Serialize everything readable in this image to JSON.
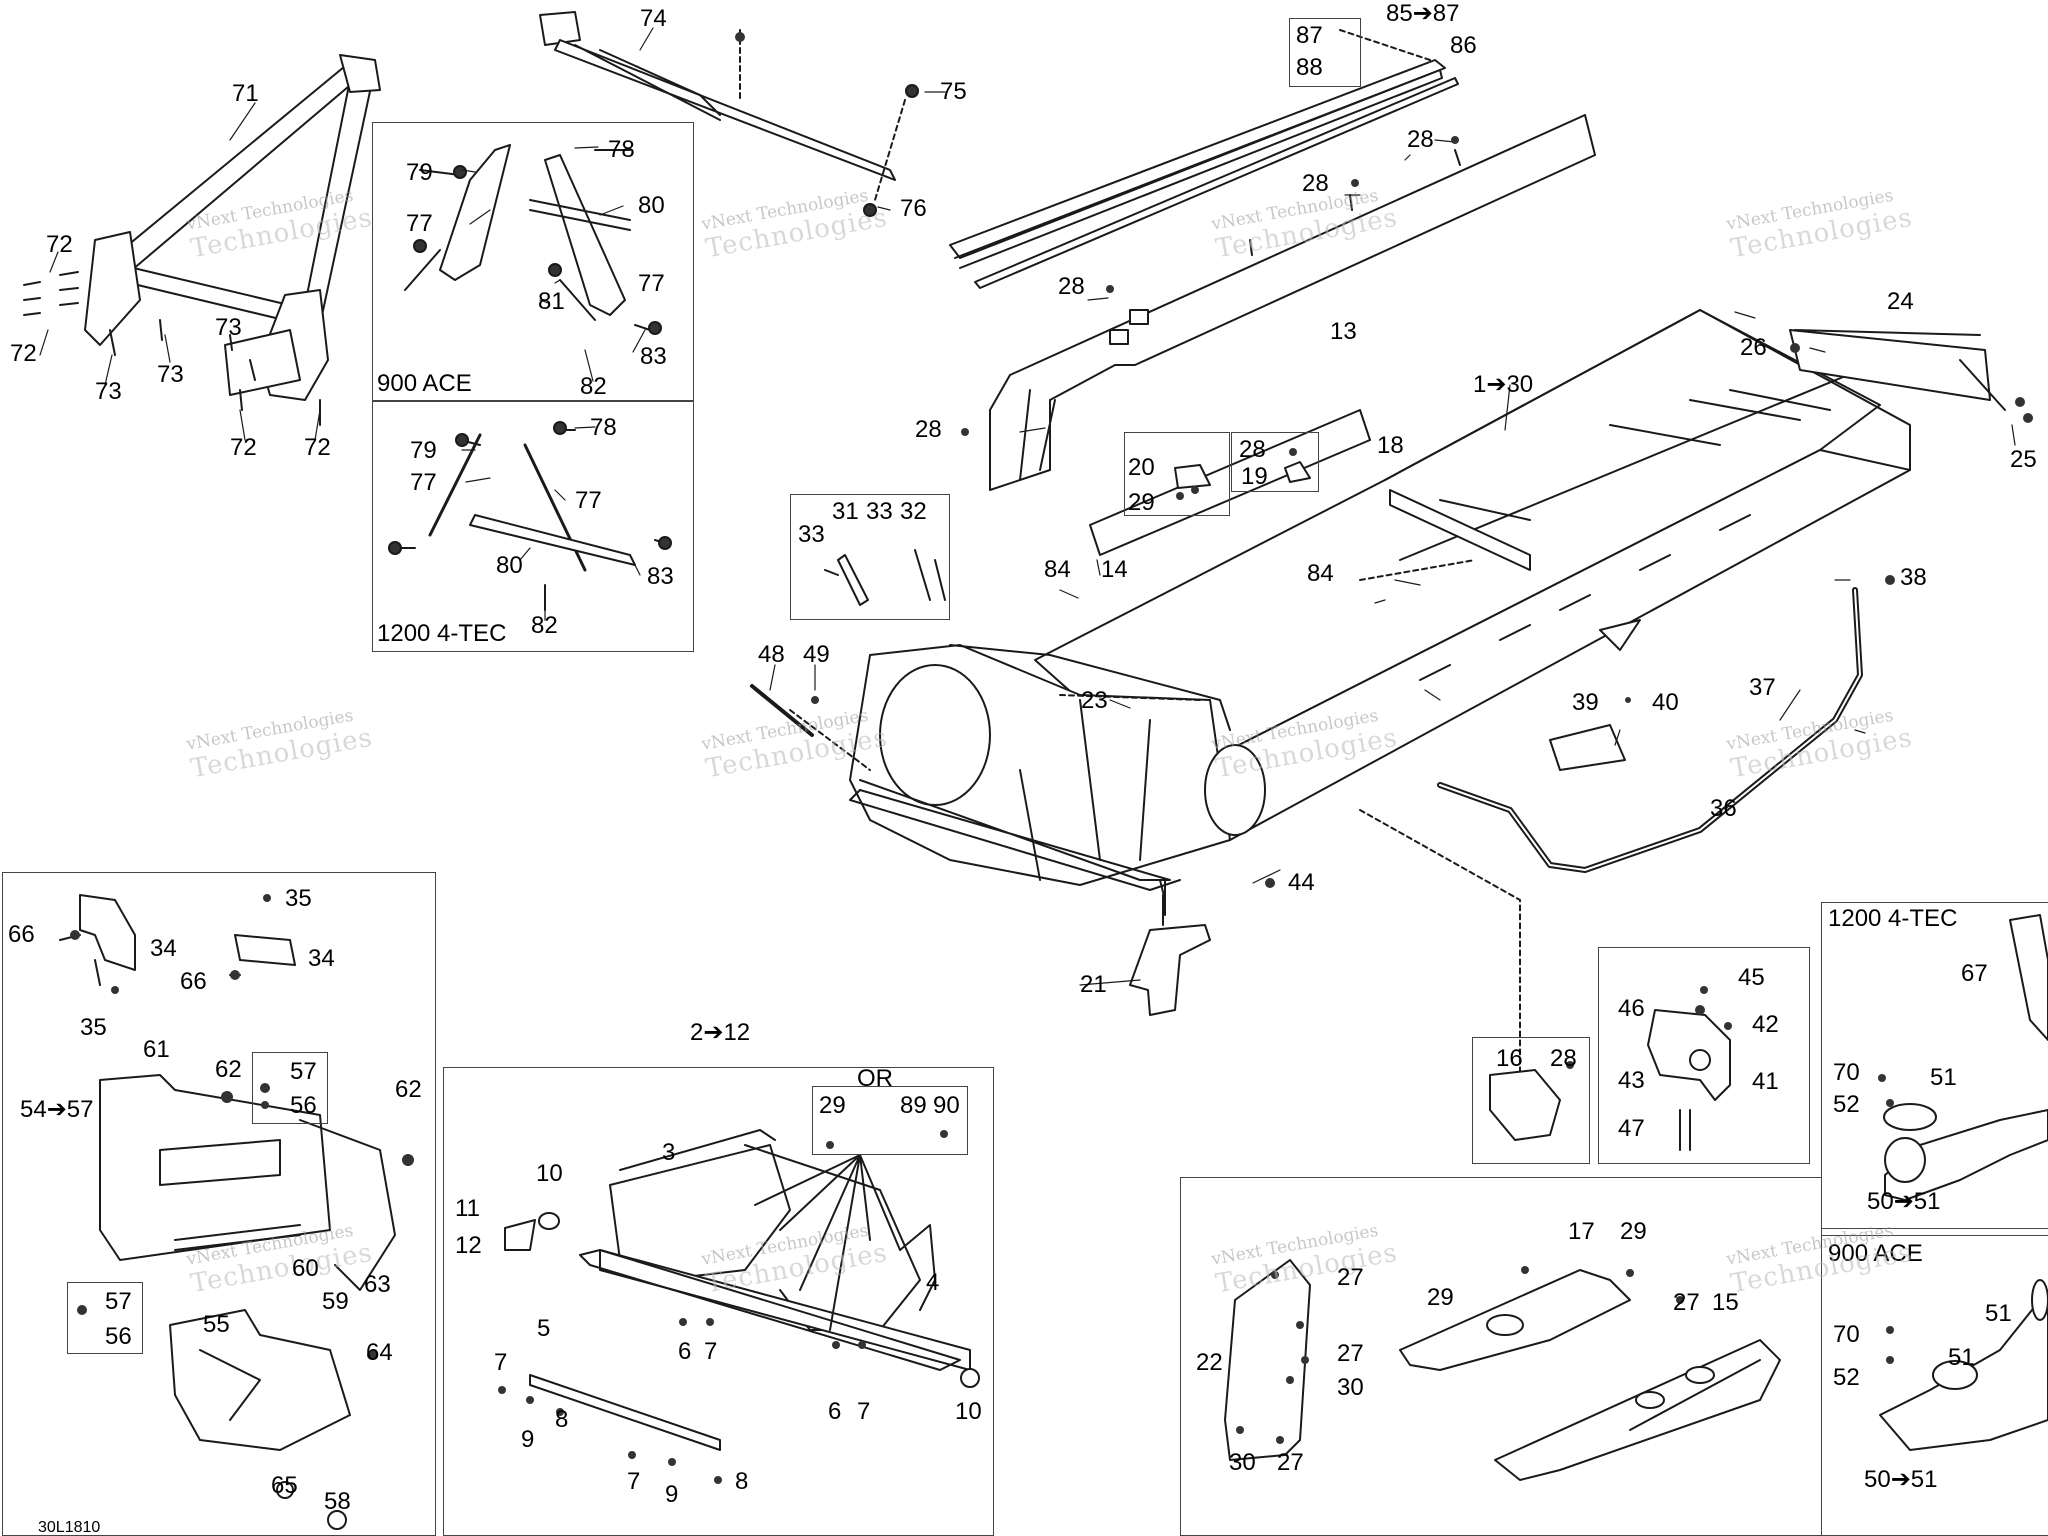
{
  "diagram": {
    "code": "30L1810",
    "watermark": [
      "vNext Technologies",
      "Technologies"
    ],
    "boxes": {
      "box_900ace_top": "900 ACE",
      "box_1200_top": "1200 4-TEC",
      "box_1200_right": "1200 4-TEC",
      "box_900ace_right": "900 ACE",
      "or_text": "OR"
    },
    "callouts": [
      "71",
      "72",
      "72",
      "72",
      "72",
      "73",
      "73",
      "73",
      "74",
      "75",
      "76",
      "79",
      "78",
      "77",
      "80",
      "77",
      "81",
      "83",
      "82",
      "79",
      "78",
      "77",
      "77",
      "80",
      "83",
      "82",
      "87",
      "88",
      "85➔87",
      "86",
      "28",
      "28",
      "28",
      "28",
      "13",
      "24",
      "26",
      "25",
      "1➔30",
      "20",
      "29",
      "28",
      "19",
      "18",
      "31",
      "33",
      "32",
      "33",
      "84",
      "14",
      "84",
      "38",
      "48",
      "49",
      "23",
      "37",
      "39",
      "40",
      "36",
      "44",
      "21",
      "35",
      "66",
      "34",
      "66",
      "34",
      "35",
      "61",
      "62",
      "57",
      "56",
      "54➔57",
      "62",
      "57",
      "56",
      "60",
      "59",
      "63",
      "55",
      "64",
      "65",
      "58",
      "2➔12",
      "29",
      "89",
      "90",
      "3",
      "10",
      "11",
      "12",
      "4",
      "5",
      "7",
      "6",
      "7",
      "9",
      "8",
      "7",
      "9",
      "8",
      "6",
      "7",
      "10",
      "16",
      "28",
      "45",
      "46",
      "42",
      "43",
      "41",
      "47",
      "67",
      "70",
      "51",
      "52",
      "50➔51",
      "17",
      "29",
      "22",
      "27",
      "27",
      "30",
      "30",
      "27",
      "29",
      "27",
      "15",
      "51",
      "70",
      "51",
      "52",
      "50➔51"
    ]
  }
}
